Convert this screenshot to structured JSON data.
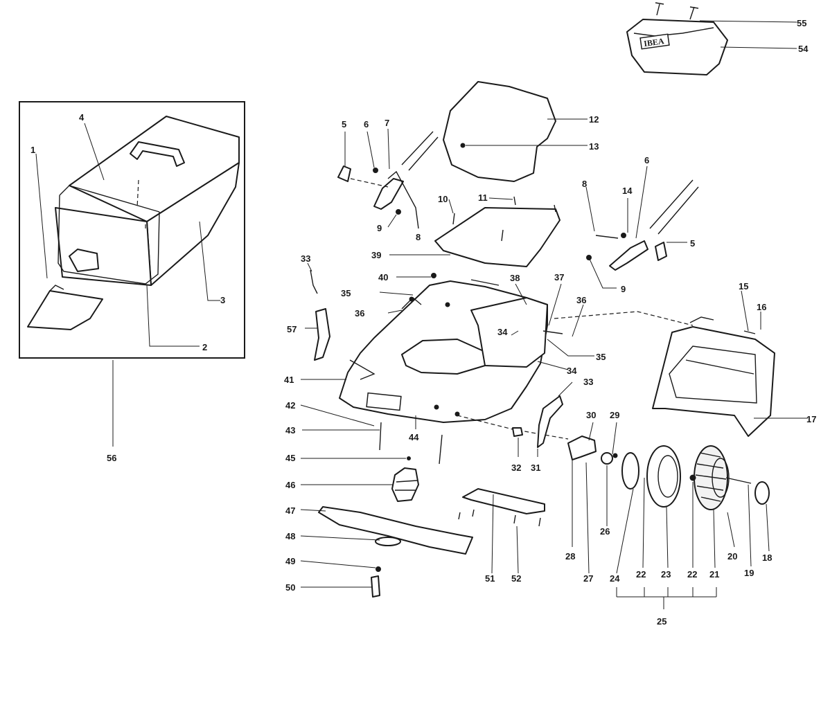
{
  "brand_label": "IBEA",
  "callouts": {
    "c1": "1",
    "c2": "2",
    "c3": "3",
    "c4": "4",
    "c5a": "5",
    "c5b": "5",
    "c6a": "6",
    "c6b": "6",
    "c7": "7",
    "c8a": "8",
    "c8b": "8",
    "c9a": "9",
    "c9b": "9",
    "c10": "10",
    "c11": "11",
    "c12": "12",
    "c13": "13",
    "c14": "14",
    "c15": "15",
    "c16": "16",
    "c17": "17",
    "c18": "18",
    "c19": "19",
    "c20": "20",
    "c21": "21",
    "c22a": "22",
    "c22b": "22",
    "c23": "23",
    "c24": "24",
    "c25": "25",
    "c26": "26",
    "c27": "27",
    "c28": "28",
    "c29": "29",
    "c30": "30",
    "c31": "31",
    "c32": "32",
    "c33a": "33",
    "c33b": "33",
    "c34a": "34",
    "c34b": "34",
    "c35a": "35",
    "c35b": "35",
    "c36a": "36",
    "c36b": "36",
    "c37": "37",
    "c38": "38",
    "c39": "39",
    "c40": "40",
    "c41": "41",
    "c42": "42",
    "c43": "43",
    "c44": "44",
    "c45": "45",
    "c46": "46",
    "c47": "47",
    "c48": "48",
    "c49": "49",
    "c50": "50",
    "c51": "51",
    "c52": "52",
    "c54": "54",
    "c55": "55",
    "c56": "56",
    "c57": "57"
  }
}
